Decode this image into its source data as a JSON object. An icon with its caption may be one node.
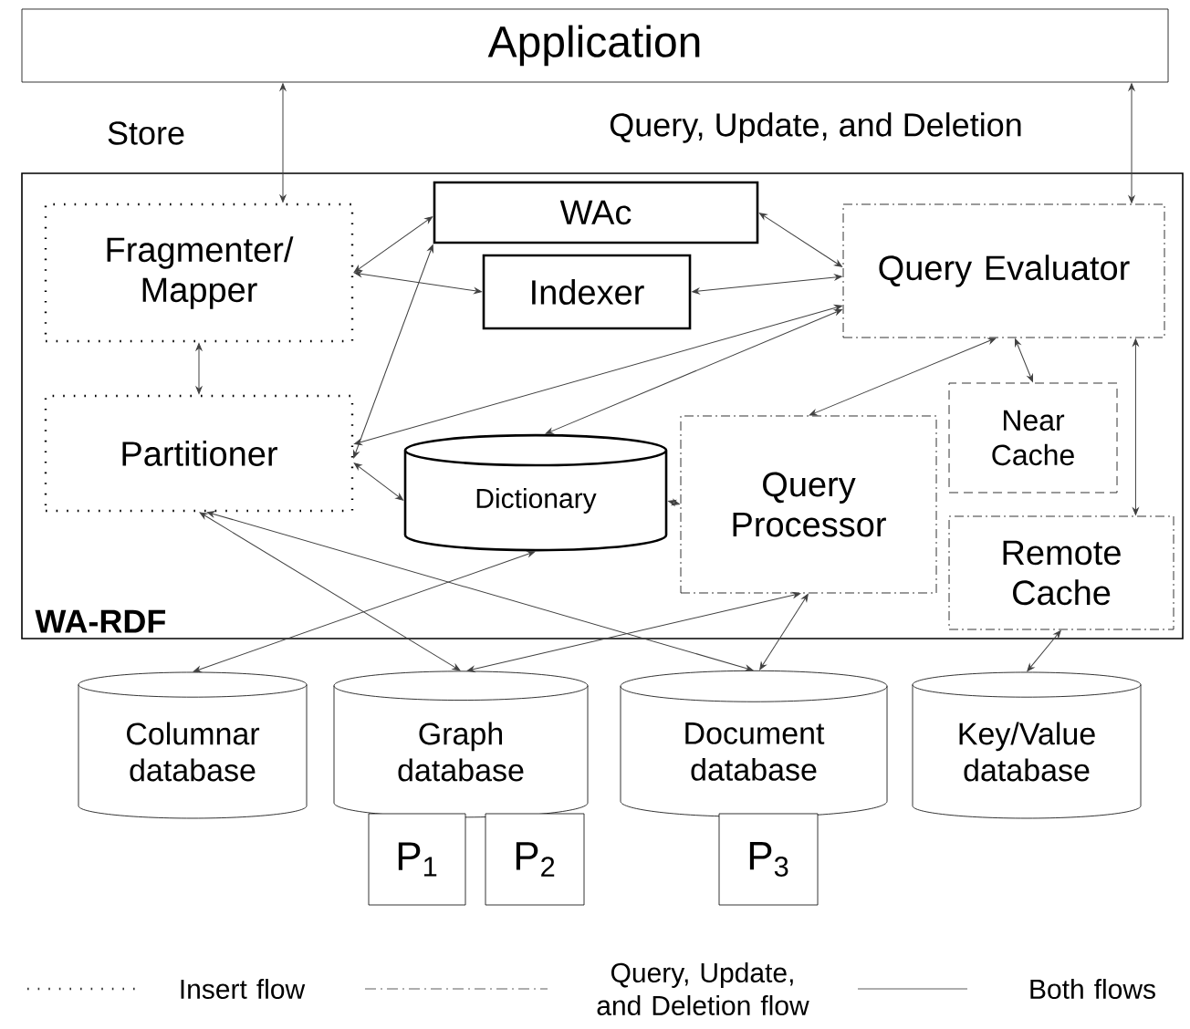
{
  "diagram": {
    "nodes": [
      {
        "text": [
          "Application"
        ]
      },
      {
        "text": [
          "WA-RDF"
        ]
      },
      {
        "text": [
          "Fragmenter/ Mapper"
        ],
        "in": 1
      },
      {
        "text": [
          "WAc"
        ],
        "in": 1
      },
      {
        "text": [
          "Indexer"
        ],
        "in": 1
      },
      {
        "text": [
          "Query Evaluator"
        ],
        "in": 1
      },
      {
        "text": [
          "Partitioner"
        ],
        "in": 1
      },
      {
        "text": [
          "Dictionary"
        ],
        "in": 1
      },
      {
        "text": [
          "Query Processor"
        ],
        "in": 1
      },
      {
        "text": [
          "Near Cache"
        ],
        "in": 1
      },
      {
        "text": [
          "Remote Cache"
        ],
        "in": 1
      },
      {
        "text": [
          "Columnar database"
        ]
      },
      {
        "text": [
          "Graph database"
        ]
      },
      {
        "text": [
          "Document database"
        ]
      },
      {
        "text": [
          "Key/Value database"
        ]
      },
      {
        "text": [
          "P$_{1}$"
        ]
      },
      {
        "text": [
          "P$_{2}$"
        ]
      },
      {
        "text": [
          "P$_{3}$"
        ]
      }
    ],
    "edges": [
      {
        "from": 0,
        "to": 2,
        "arrow": "both",
        "label": "Store"
      },
      {
        "from": 0,
        "to": 5,
        "arrow": "both",
        "label": "Query, Update, and Deletion"
      },
      {
        "from": 2,
        "to": 3,
        "arrow": "both"
      },
      {
        "from": 2,
        "to": 4,
        "arrow": "both"
      },
      {
        "from": 2,
        "to": 6,
        "arrow": "both"
      },
      {
        "from": 3,
        "to": 6,
        "arrow": "both"
      },
      {
        "from": 3,
        "to": 5,
        "arrow": "both"
      },
      {
        "from": 4,
        "to": 5,
        "arrow": "both"
      },
      {
        "from": 5,
        "to": 6,
        "arrow": "both"
      },
      {
        "from": 5,
        "to": 7,
        "arrow": "both"
      },
      {
        "from": 6,
        "to": 7,
        "arrow": "both"
      },
      {
        "from": 7,
        "to": 8,
        "arrow": "both"
      },
      {
        "from": 5,
        "to": 8,
        "arrow": "both"
      },
      {
        "from": 5,
        "to": 9,
        "arrow": "both"
      },
      {
        "from": 5,
        "to": 10,
        "arrow": "both"
      },
      {
        "from": 6,
        "to": 12,
        "arrow": "both"
      },
      {
        "from": 6,
        "to": 13,
        "arrow": "both"
      },
      {
        "from": 7,
        "to": 11,
        "arrow": "both"
      },
      {
        "from": 8,
        "to": 12,
        "arrow": "both"
      },
      {
        "from": 8,
        "to": 13,
        "arrow": "both"
      },
      {
        "from": 10,
        "to": 14,
        "arrow": "both"
      }
    ],
    "legend": [
      {
        "text": "Insert flow"
      },
      {
        "text": "Query, Update, and Deletion flow"
      },
      {
        "text": "Both flows"
      }
    ]
  }
}
